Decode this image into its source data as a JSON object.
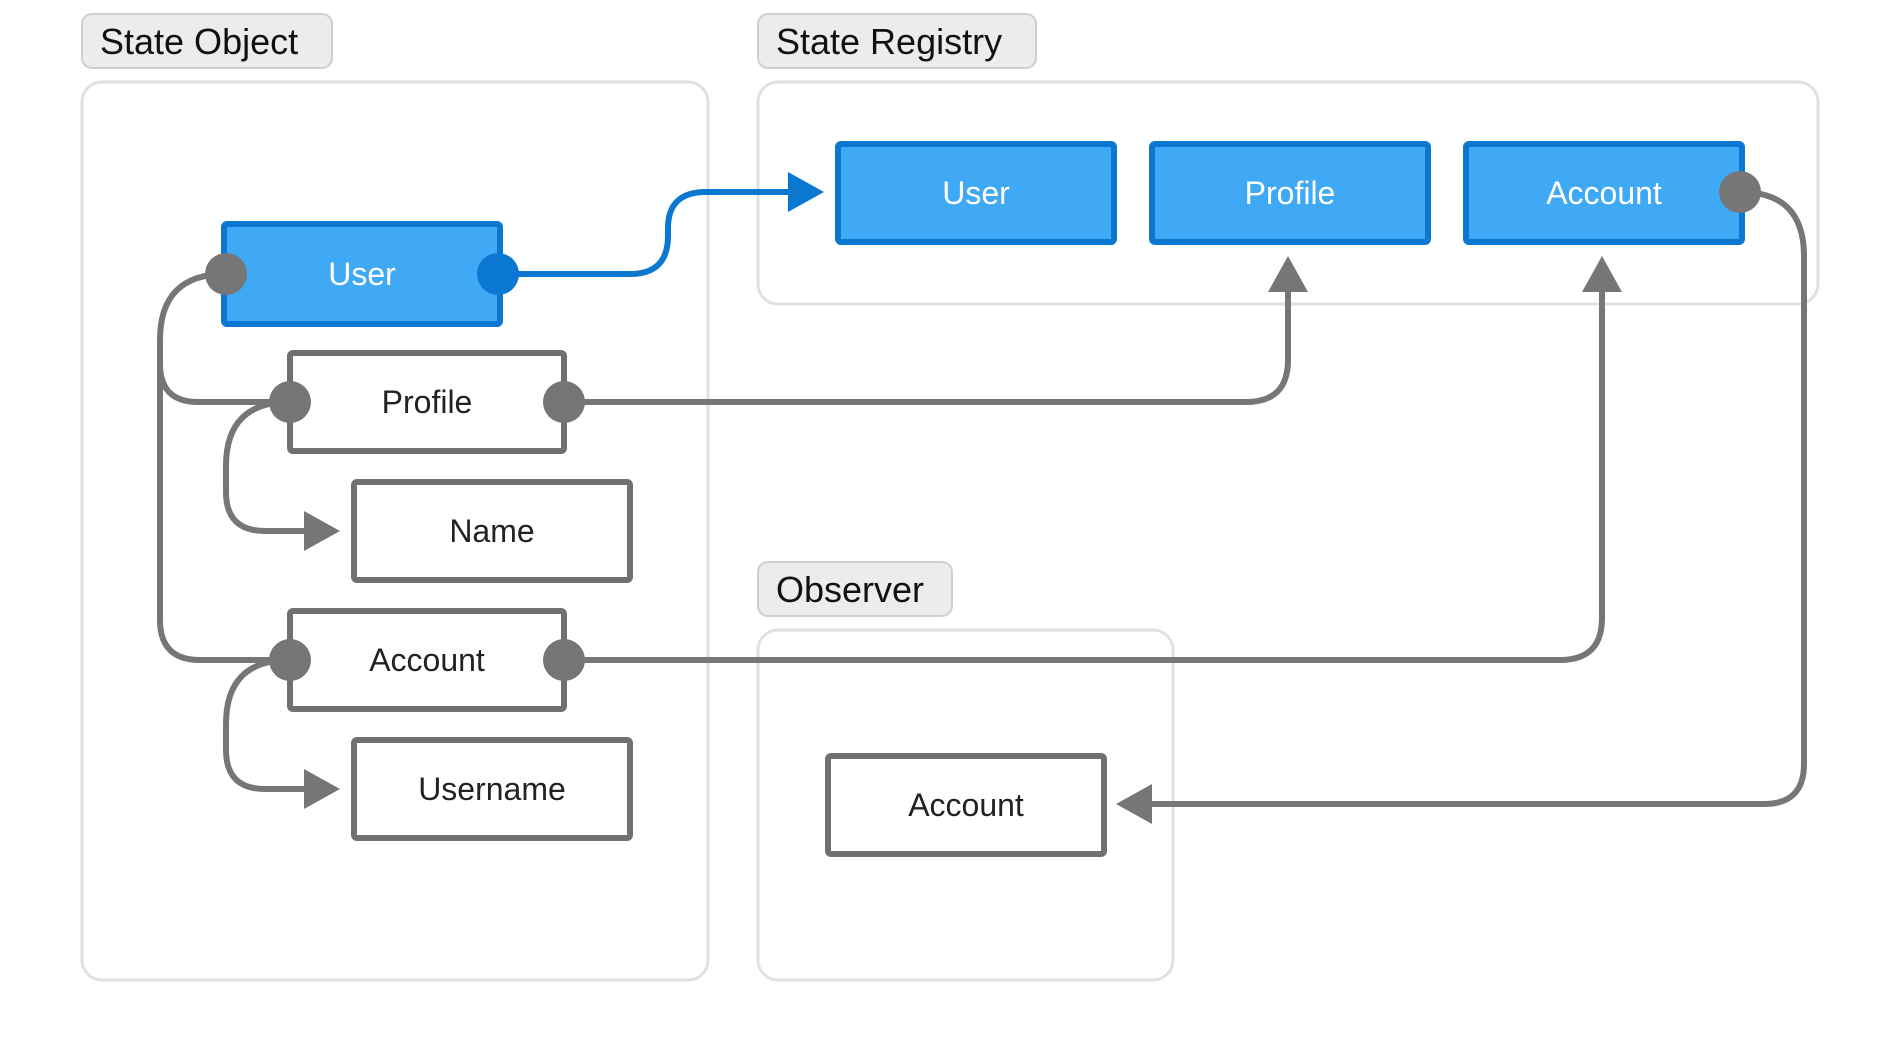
{
  "colors": {
    "background": "#ffffff",
    "group_border": "#e1e1e1",
    "tag_fill": "#ececec",
    "tag_border": "#cfcfcf",
    "node_fill": "#ffffff",
    "node_border": "#707070",
    "node_text": "#222222",
    "highlight_fill": "#3fa9f5",
    "highlight_border": "#0a78d0",
    "highlight_text": "#ffffff",
    "connector_gray": "#767676",
    "connector_blue": "#0a78d0"
  },
  "groups": {
    "state_object": {
      "label": "State Object"
    },
    "state_registry": {
      "label": "State Registry"
    },
    "observer": {
      "label": "Observer"
    }
  },
  "nodes": {
    "obj_user": {
      "label": "User",
      "highlighted": true
    },
    "obj_profile": {
      "label": "Profile",
      "highlighted": false
    },
    "obj_name": {
      "label": "Name",
      "highlighted": false
    },
    "obj_account": {
      "label": "Account",
      "highlighted": false
    },
    "obj_username": {
      "label": "Username",
      "highlighted": false
    },
    "reg_user": {
      "label": "User",
      "highlighted": true
    },
    "reg_profile": {
      "label": "Profile",
      "highlighted": true
    },
    "reg_account": {
      "label": "Account",
      "highlighted": true
    },
    "obs_account": {
      "label": "Account",
      "highlighted": false
    }
  },
  "edges": [
    {
      "from": "obj_user",
      "to": "reg_user",
      "style": "blue"
    },
    {
      "from": "obj_profile",
      "to": "reg_profile",
      "style": "gray"
    },
    {
      "from": "obj_account",
      "to": "reg_account",
      "style": "gray"
    },
    {
      "from": "reg_account",
      "to": "obs_account",
      "style": "gray"
    },
    {
      "from": "obj_user",
      "to": "obj_profile",
      "style": "gray"
    },
    {
      "from": "obj_user",
      "to": "obj_account",
      "style": "gray"
    },
    {
      "from": "obj_profile",
      "to": "obj_name",
      "style": "gray"
    },
    {
      "from": "obj_account",
      "to": "obj_username",
      "style": "gray"
    }
  ]
}
